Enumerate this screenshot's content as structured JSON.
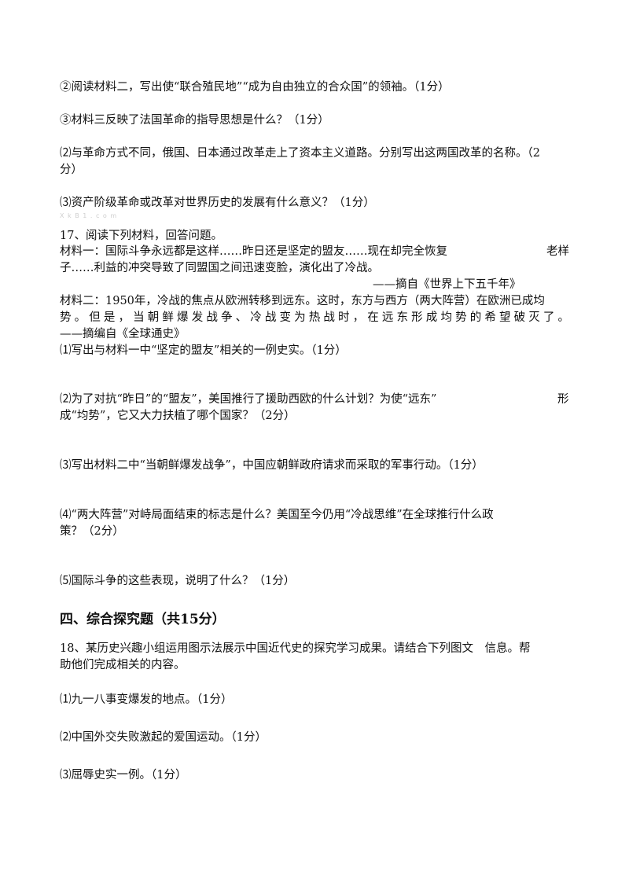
{
  "questions": {
    "q2_material2": "②阅读材料二，写出使“联合殖民地”“成为自由独立的合众国”的领袖。（1分）",
    "q3_material3": "③材料三反映了法国革命的指导思想是什么？（1分）",
    "q16_2_line1": "⑵与革命方式不同，俄国、日本通过改革走上了资本主义道路。分别写出这两国改革的名称。（2",
    "q16_2_line2": "分）",
    "q16_3": "⑶资产阶级革命或改革对世界历史的发展有什么意义？（1分）",
    "watermark": "X k B 1 . c o m",
    "q17_title": "17、阅读下列材料，回答问题。",
    "q17_m1_line1": "材料一：国际斗争永远都是这样……昨日还是坚定的盟友……现在却完全恢复",
    "q17_m1_line1_end": "老样",
    "q17_m1_line2": "子……利益的冲突导致了同盟国之间迅速变脸，演化出了冷战。",
    "q17_m1_source": "——摘自《世界上下五千年》",
    "q17_m2_line1": "材料二：1950年，冷战的焦点从欧洲转移到远东。这时，东方与西方（两大阵营）在欧洲已成均",
    "q17_m2_line2": "势。但是，当朝鲜爆发战争、冷战变为热战时，在远东形成均势的希望破灭了。",
    "q17_m2_source": "——摘编自《全球通史》",
    "q17_1": "⑴写出与材料一中“坚定的盟友”相关的一例史实。（1分）",
    "q17_2_line1": "⑵为了对抗“昨日”的“盟友”，美国推行了援助西欧的什么计划？为使“远东”",
    "q17_2_line1_end": "形",
    "q17_2_line2": "成“均势”，它又大力扶植了哪个国家？（2分）",
    "q17_3": "⑶写出材料二中“当朝鲜爆发战争”，中国应朝鲜政府请求而采取的军事行动。（1分）",
    "q17_4_line1": "⑷“两大阵营”对峙局面结束的标志是什么？美国至今仍用“冷战思维”在全球推行什么政",
    "q17_4_line2": "策？（2分）",
    "q17_5": "⑸国际斗争的这些表现，说明了什么？（1分）",
    "section4_heading": "四、综合探究题（共15分）",
    "q18_line1": "18、某历史兴趣小组运用图示法展示中国近代史的探究学习成果。请结合下列图文　信息。帮",
    "q18_line2": "助他们完成相关的内容。",
    "q18_1": "⑴九一八事变爆发的地点。（1分）",
    "q18_2": "⑵中国外交失败激起的爱国运动。（1分）",
    "q18_3": "⑶屈辱史实一例。（1分）"
  }
}
